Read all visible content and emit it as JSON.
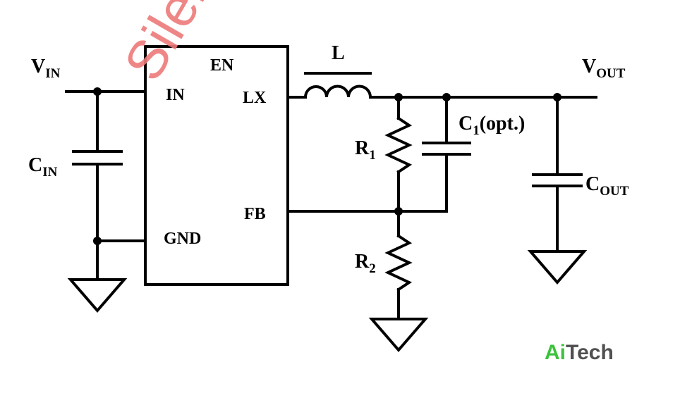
{
  "watermark": "Siler",
  "labels": {
    "vin": "V",
    "vin_sub": "IN",
    "cin": "C",
    "cin_sub": "IN",
    "inductor": "L",
    "r1": "R",
    "r1_sub": "1",
    "r2": "R",
    "r2_sub": "2",
    "c1": "C",
    "c1_sub": "1",
    "c1_suffix": "(opt.)",
    "vout": "V",
    "vout_sub": "OUT",
    "cout": "C",
    "cout_sub": "OUT"
  },
  "ic_pins": {
    "en": "EN",
    "in": "IN",
    "lx": "LX",
    "fb": "FB",
    "gnd": "GND"
  },
  "logo": {
    "part1": "Ai",
    "part2": "Tech",
    "color1": "#3cc23c",
    "color2": "#505050"
  }
}
